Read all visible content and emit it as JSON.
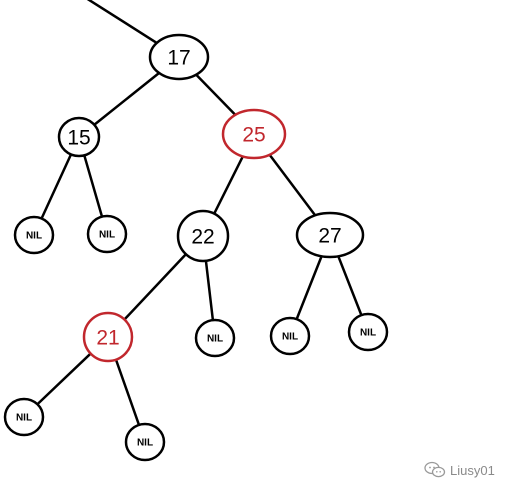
{
  "colors": {
    "black_node": "#000000",
    "red_node": "#c1272d",
    "edge": "#000000",
    "watermark": "#8a8a8a"
  },
  "nodes": [
    {
      "id": "n17",
      "label": "17",
      "color": "black"
    },
    {
      "id": "n15",
      "label": "15",
      "color": "black"
    },
    {
      "id": "n25",
      "label": "25",
      "color": "red"
    },
    {
      "id": "nil1",
      "label": "NIL",
      "color": "black"
    },
    {
      "id": "nil2",
      "label": "NIL",
      "color": "black"
    },
    {
      "id": "n22",
      "label": "22",
      "color": "black"
    },
    {
      "id": "n27",
      "label": "27",
      "color": "black"
    },
    {
      "id": "n21",
      "label": "21",
      "color": "red"
    },
    {
      "id": "nil3",
      "label": "NIL",
      "color": "black"
    },
    {
      "id": "nil4",
      "label": "NIL",
      "color": "black"
    },
    {
      "id": "nil5",
      "label": "NIL",
      "color": "black"
    },
    {
      "id": "nil6",
      "label": "NIL",
      "color": "black"
    },
    {
      "id": "nil7",
      "label": "NIL",
      "color": "black"
    }
  ],
  "edges": [
    {
      "from": "parent",
      "to": "n17"
    },
    {
      "from": "n17",
      "to": "n15"
    },
    {
      "from": "n17",
      "to": "n25"
    },
    {
      "from": "n15",
      "to": "nil1"
    },
    {
      "from": "n15",
      "to": "nil2"
    },
    {
      "from": "n25",
      "to": "n22"
    },
    {
      "from": "n25",
      "to": "n27"
    },
    {
      "from": "n22",
      "to": "n21"
    },
    {
      "from": "n22",
      "to": "nil3"
    },
    {
      "from": "n27",
      "to": "nil4"
    },
    {
      "from": "n27",
      "to": "nil5"
    },
    {
      "from": "n21",
      "to": "nil6"
    },
    {
      "from": "n21",
      "to": "nil7"
    }
  ],
  "watermark": {
    "icon": "wechat-icon",
    "text": "Liusy01"
  }
}
